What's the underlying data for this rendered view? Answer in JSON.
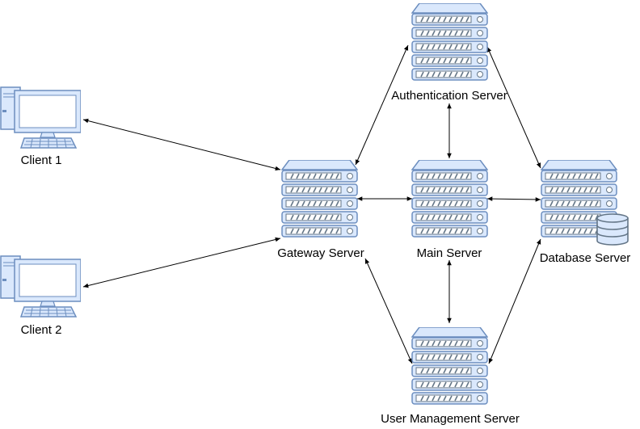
{
  "diagram": {
    "nodes": [
      {
        "id": "client1",
        "kind": "client",
        "label": "Client 1"
      },
      {
        "id": "client2",
        "kind": "client",
        "label": "Client 2"
      },
      {
        "id": "gateway",
        "kind": "server",
        "label": "Gateway Server"
      },
      {
        "id": "auth",
        "kind": "server",
        "label": "Authentication Server"
      },
      {
        "id": "main",
        "kind": "server",
        "label": "Main Server"
      },
      {
        "id": "database",
        "kind": "database-server",
        "label": "Database Server"
      },
      {
        "id": "usermgmt",
        "kind": "server",
        "label": "User Management Server"
      }
    ],
    "edges": [
      {
        "from": "client1",
        "to": "gateway",
        "direction": "both"
      },
      {
        "from": "client2",
        "to": "gateway",
        "direction": "both"
      },
      {
        "from": "gateway",
        "to": "auth",
        "direction": "both"
      },
      {
        "from": "gateway",
        "to": "main",
        "direction": "both"
      },
      {
        "from": "gateway",
        "to": "usermgmt",
        "direction": "both"
      },
      {
        "from": "auth",
        "to": "main",
        "direction": "both"
      },
      {
        "from": "auth",
        "to": "database",
        "direction": "both"
      },
      {
        "from": "main",
        "to": "database",
        "direction": "both"
      },
      {
        "from": "main",
        "to": "usermgmt",
        "direction": "both"
      },
      {
        "from": "usermgmt",
        "to": "database",
        "direction": "both"
      }
    ],
    "colors": {
      "icon_stroke": "#6c8ebf",
      "icon_fill": "#dae8fc",
      "icon_dark": "#647687",
      "edge": "#000000"
    }
  }
}
